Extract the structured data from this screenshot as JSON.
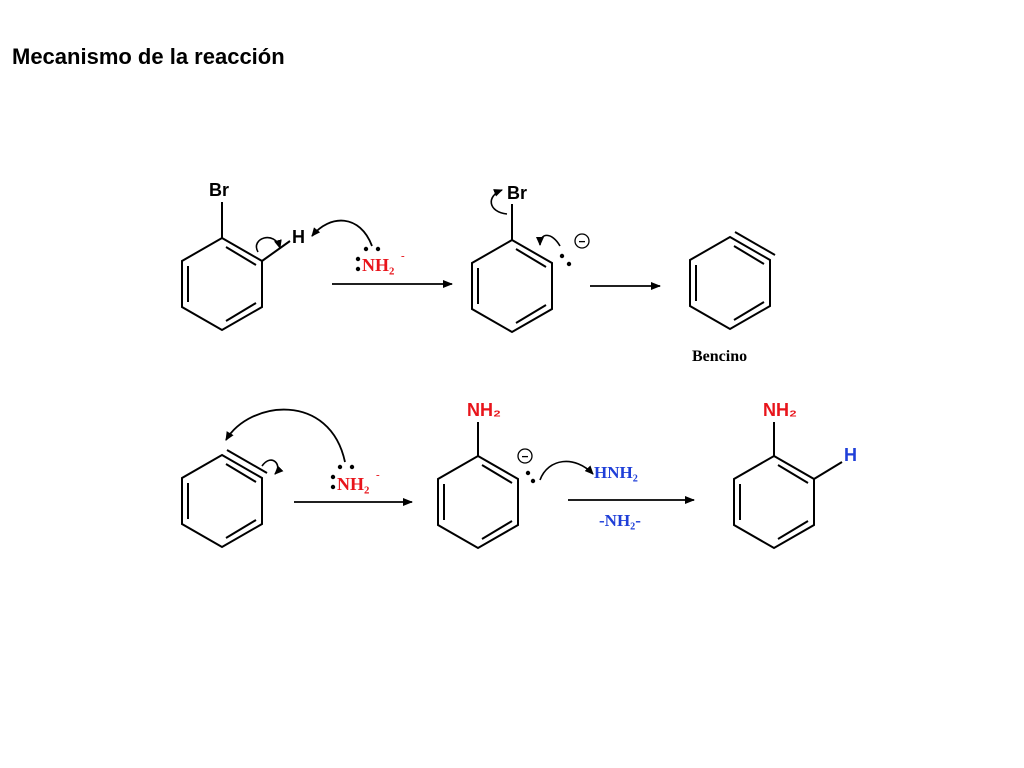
{
  "title": "Mecanismo de la reacción",
  "labels": {
    "br": "Br",
    "h": "H",
    "nh2_reagent": "NH₂",
    "nh2_charge": "-",
    "negative_charge": "−",
    "bencino": "Bencino",
    "nh2_substituent": "NH₂",
    "hnh2": "HNH₂",
    "minus_nh2": "-NH₂-"
  },
  "colors": {
    "black": "#000000",
    "red": "#e8141b",
    "blue": "#1f3fd8"
  }
}
